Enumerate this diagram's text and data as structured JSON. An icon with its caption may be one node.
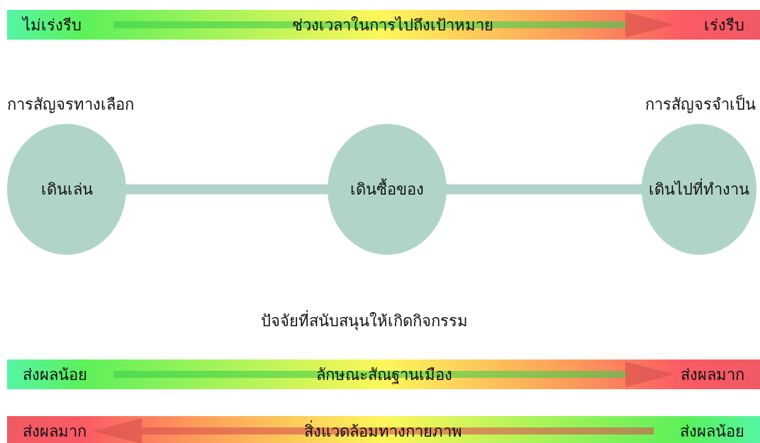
{
  "diagram": {
    "nodes": [
      {
        "text": [
          "ไม่เร่งรีบ",
          "ช่วงเวลาในการไปถึงเป้าหมาย",
          "เร่งรีบ"
        ]
      },
      {
        "text": [
          "เดินเล่น"
        ],
        "beside": [
          "การสัญจรทางเลือก"
        ]
      },
      {
        "text": [
          "เดินซื้อของ"
        ]
      },
      {
        "text": [
          "เดินไปที่ทำงาน"
        ],
        "beside": [
          "การสัญจรจำเป็น"
        ]
      },
      {
        "text": [
          "ส่งผลน้อย",
          "ลักษณะสัณฐานเมือง",
          "ส่งผลมาก"
        ]
      },
      {
        "text": [
          "ส่งผลมาก",
          "สิ่งแวดล้อมทางกายภาพ",
          "ส่งผลน้อย"
        ]
      }
    ],
    "edges": [
      {
        "from": 1,
        "to": 2,
        "arrow": "none"
      },
      {
        "from": 2,
        "to": 3,
        "arrow": "none"
      }
    ],
    "labels": [
      "ปัจจัยที่สนับสนุนให้เกิดกิจกรรม"
    ]
  }
}
